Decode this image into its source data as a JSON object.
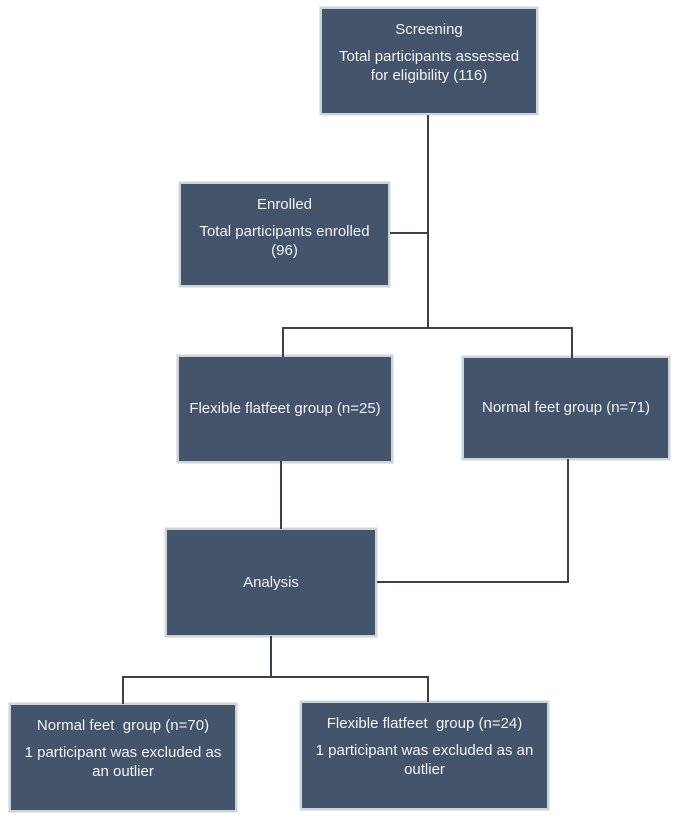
{
  "diagram": {
    "type": "flowchart",
    "description": "Participant flow diagram",
    "boxes": {
      "screening": {
        "title": "Screening",
        "body": "Total participants assessed for eligibility (116)"
      },
      "enrolled": {
        "title": "Enrolled",
        "body": "Total participants enrolled (96)"
      },
      "flatfeet_group": {
        "label": "Flexible flatfeet group (n=25)"
      },
      "normal_group": {
        "label": "Normal feet group (n=71)"
      },
      "analysis": {
        "label": "Analysis"
      },
      "normal_final": {
        "title": "Normal feet  group (n=70)",
        "body": "1 participant was excluded as an outlier"
      },
      "flatfeet_final": {
        "title": "Flexible flatfeet  group (n=24)",
        "body": "1 participant was excluded as an outlier"
      }
    }
  },
  "colors": {
    "box_fill": "#44546A",
    "box_border": "#CDD3DB",
    "line": "#3C4148",
    "text": "#F1F3F5",
    "page_bg": "#FFFFFF"
  }
}
